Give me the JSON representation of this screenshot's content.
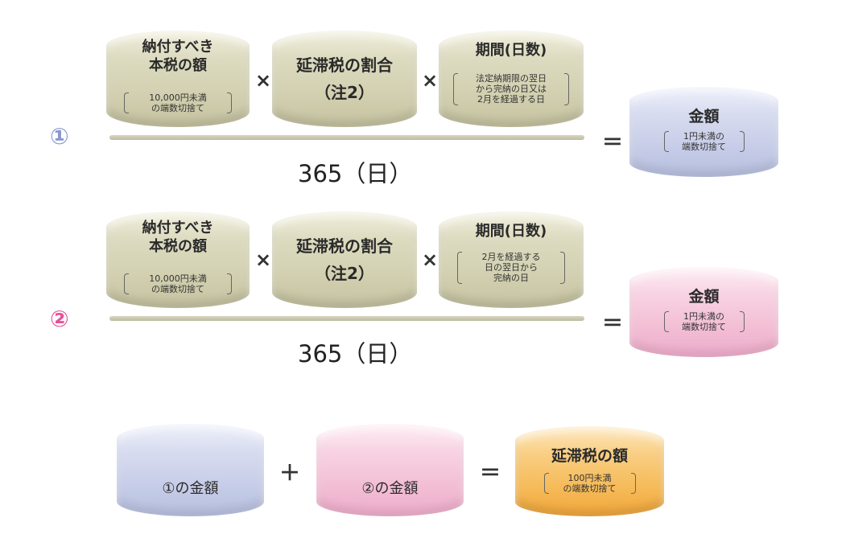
{
  "colors": {
    "circle_one": "#8a96cf",
    "circle_two": "#ec4f99",
    "tile_olive": "#d4d2b3",
    "tile_blue": "#c9cfe9",
    "tile_pink": "#f3c1d6",
    "tile_orange": "#f6be5f"
  },
  "row1": {
    "marker": "①",
    "tax_base": {
      "title": "納付すべき\n本税の額",
      "note": "10,000円未満\nの端数切捨て"
    },
    "times1": "×",
    "rate": {
      "title": "延滞税の割合\n（注2）"
    },
    "times2": "×",
    "period": {
      "title": "期間(日数)",
      "note": "法定納期限の翌日\nから完納の日又は\n2月を経過する日"
    },
    "denominator": "365（日）",
    "equals": "＝",
    "result": {
      "title": "金額",
      "note": "1円未満の\n端数切捨て"
    }
  },
  "row2": {
    "marker": "②",
    "tax_base": {
      "title": "納付すべき\n本税の額",
      "note": "10,000円未満\nの端数切捨て"
    },
    "times1": "×",
    "rate": {
      "title": "延滞税の割合\n（注2）"
    },
    "times2": "×",
    "period": {
      "title": "期間(日数)",
      "note": "2月を経過する\n日の翌日から\n完納の日"
    },
    "denominator": "365（日）",
    "equals": "＝",
    "result": {
      "title": "金額",
      "note": "1円未満の\n端数切捨て"
    }
  },
  "summary": {
    "amount1": "①の金額",
    "plus": "＋",
    "amount2": "②の金額",
    "equals": "＝",
    "total": {
      "title": "延滞税の額",
      "note": "100円未満\nの端数切捨て"
    }
  }
}
